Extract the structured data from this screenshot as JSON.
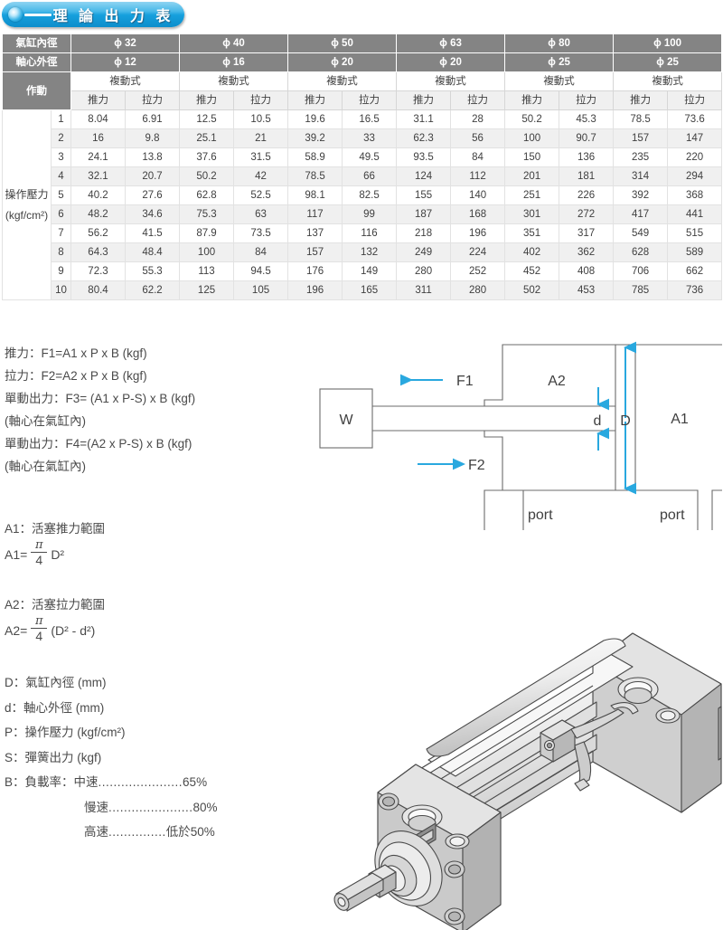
{
  "banner": {
    "title": "理 論 出 力 表",
    "accent_color": "#16a0dd",
    "dot_icon": "bullet-sphere-icon"
  },
  "table": {
    "row_labels": {
      "bore": "氣缸內徑",
      "rod": "軸心外徑",
      "action": "作動",
      "pressure_line1": "操作壓力",
      "pressure_line2": "(kgf/cm²)"
    },
    "bore_sizes": [
      "ϕ 32",
      "ϕ 40",
      "ϕ 50",
      "ϕ 63",
      "ϕ 80",
      "ϕ 100"
    ],
    "rod_sizes": [
      "ϕ 12",
      "ϕ 16",
      "ϕ 20",
      "ϕ 20",
      "ϕ 25",
      "ϕ 25"
    ],
    "action_type": "複動式",
    "sub_headers": [
      "推力",
      "拉力"
    ],
    "header_bg": "#848484",
    "rows": [
      {
        "p": "1",
        "v": [
          "8.04",
          "6.91",
          "12.5",
          "10.5",
          "19.6",
          "16.5",
          "31.1",
          "28",
          "50.2",
          "45.3",
          "78.5",
          "73.6"
        ]
      },
      {
        "p": "2",
        "v": [
          "16",
          "9.8",
          "25.1",
          "21",
          "39.2",
          "33",
          "62.3",
          "56",
          "100",
          "90.7",
          "157",
          "147"
        ]
      },
      {
        "p": "3",
        "v": [
          "24.1",
          "13.8",
          "37.6",
          "31.5",
          "58.9",
          "49.5",
          "93.5",
          "84",
          "150",
          "136",
          "235",
          "220"
        ]
      },
      {
        "p": "4",
        "v": [
          "32.1",
          "20.7",
          "50.2",
          "42",
          "78.5",
          "66",
          "124",
          "112",
          "201",
          "181",
          "314",
          "294"
        ]
      },
      {
        "p": "5",
        "v": [
          "40.2",
          "27.6",
          "62.8",
          "52.5",
          "98.1",
          "82.5",
          "155",
          "140",
          "251",
          "226",
          "392",
          "368"
        ]
      },
      {
        "p": "6",
        "v": [
          "48.2",
          "34.6",
          "75.3",
          "63",
          "117",
          "99",
          "187",
          "168",
          "301",
          "272",
          "417",
          "441"
        ]
      },
      {
        "p": "7",
        "v": [
          "56.2",
          "41.5",
          "87.9",
          "73.5",
          "137",
          "116",
          "218",
          "196",
          "351",
          "317",
          "549",
          "515"
        ]
      },
      {
        "p": "8",
        "v": [
          "64.3",
          "48.4",
          "100",
          "84",
          "157",
          "132",
          "249",
          "224",
          "402",
          "362",
          "628",
          "589"
        ]
      },
      {
        "p": "9",
        "v": [
          "72.3",
          "55.3",
          "113",
          "94.5",
          "176",
          "149",
          "280",
          "252",
          "452",
          "408",
          "706",
          "662"
        ]
      },
      {
        "p": "10",
        "v": [
          "80.4",
          "62.2",
          "125",
          "105",
          "196",
          "165",
          "311",
          "280",
          "502",
          "453",
          "785",
          "736"
        ]
      }
    ]
  },
  "formulas": [
    "推力：F1=A1 x P x B (kgf)",
    "拉力：F2=A2 x P x B (kgf)",
    "單動出力：F3= (A1 x P-S) x B (kgf)",
    "(軸心在氣缸內)",
    "單動出力：F4=(A2 x P-S) x B (kgf)",
    "(軸心在氣缸內)"
  ],
  "area_a1": {
    "title": "A1：活塞推力範圍",
    "eq_lhs": "A1=",
    "num": "π",
    "den": "4",
    "eq_rhs": "D²"
  },
  "area_a2": {
    "title": "A2：活塞拉力範圍",
    "eq_lhs": "A2=",
    "num": "π",
    "den": "4",
    "eq_rhs": "(D² - d²)"
  },
  "definitions": [
    "D：氣缸內徑 (mm)",
    "d：軸心外徑 (mm)",
    "P：操作壓力 (kgf/cm²)",
    "S：彈簧出力 (kgf)"
  ],
  "load_rate": {
    "lead": "B：負載率：中速",
    "lead_dots": "......................",
    "lead_value": "65%",
    "rows": [
      {
        "label": "慢速",
        "dots": "......................",
        "value": "80%"
      },
      {
        "label": "高速",
        "dots": "...............",
        "value": "低於50%"
      }
    ]
  },
  "diagram": {
    "arrow_color": "#29A8DF",
    "line_color": "#6b6b6b",
    "labels": {
      "load": "W",
      "force_push": "F1",
      "force_pull": "F2",
      "area_a2": "A2",
      "area_a1": "A1",
      "rod_dia": "d",
      "bore_dia": "D",
      "port_left": "port",
      "port_right": "port"
    }
  },
  "product_photo": {
    "alt": "pneumatic-cylinder-isometric-illustration"
  }
}
